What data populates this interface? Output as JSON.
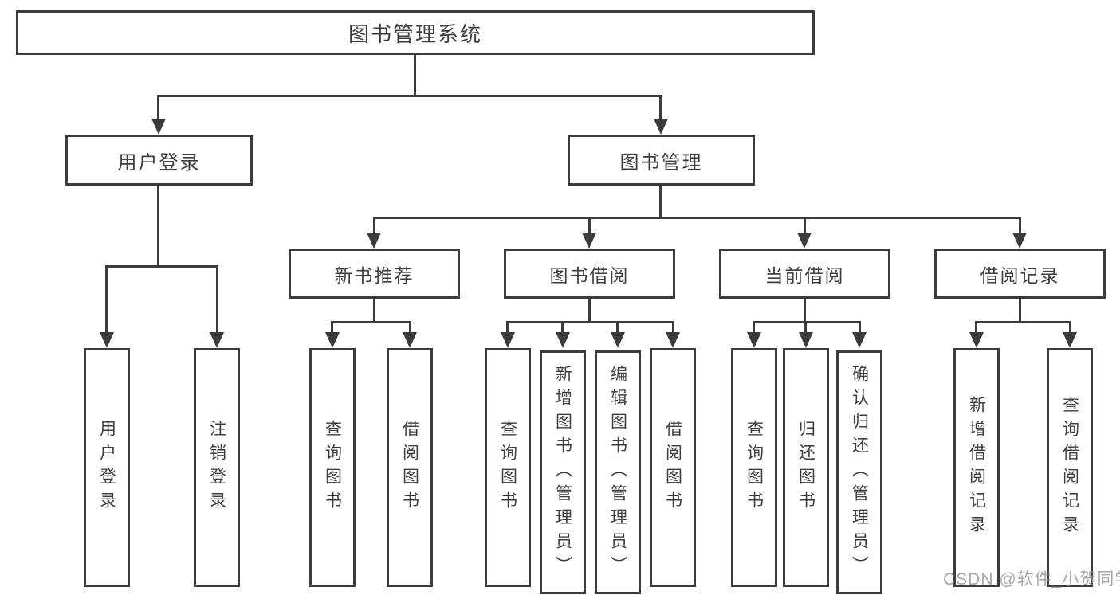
{
  "diagram": {
    "type": "tree",
    "title": "图书管理系统",
    "hierarchy": {
      "图书管理系统": [
        "用户登录",
        "图书管理"
      ],
      "用户登录": [
        "用户登录",
        "注销登录"
      ],
      "图书管理": [
        "新书推荐",
        "图书借阅",
        "当前借阅",
        "借阅记录"
      ],
      "新书推荐": [
        "查询图书",
        "借阅图书"
      ],
      "图书借阅": [
        "查询图书",
        "新增图书（管理员）",
        "编辑图书（管理员）",
        "借阅图书"
      ],
      "当前借阅": [
        "查询图书",
        "归还图书",
        "确认归还（管理员）"
      ],
      "借阅记录": [
        "新增借阅记录",
        "查询借阅记录"
      ]
    }
  },
  "nodes": {
    "root": {
      "label": "图书管理系统"
    },
    "user_login": {
      "label": "用户登录"
    },
    "book_mgmt": {
      "label": "图书管理"
    },
    "new_book_rec": {
      "label": "新书推荐"
    },
    "book_borrow": {
      "label": "图书借阅"
    },
    "current_borrow": {
      "label": "当前借阅"
    },
    "borrow_records": {
      "label": "借阅记录"
    },
    "leaf_user_login": {
      "label": "用户登录"
    },
    "leaf_logout": {
      "label": "注销登录"
    },
    "leaf_query_book_1": {
      "label": "查询图书"
    },
    "leaf_borrow_book_1": {
      "label": "借阅图书"
    },
    "leaf_query_book_2": {
      "label": "查询图书"
    },
    "leaf_add_book_admin": {
      "label": "新增图书（管理员）"
    },
    "leaf_edit_book_admin": {
      "label": "编辑图书（管理员）"
    },
    "leaf_borrow_book_2": {
      "label": "借阅图书"
    },
    "leaf_query_book_3": {
      "label": "查询图书"
    },
    "leaf_return_book": {
      "label": "归还图书"
    },
    "leaf_confirm_return_admin": {
      "label": "确认归还（管理员）"
    },
    "leaf_add_borrow_record": {
      "label": "新增借阅记录"
    },
    "leaf_query_borrow_record": {
      "label": "查询借阅记录"
    }
  },
  "watermark": {
    "text": "CSDN @软件_小贺同学"
  },
  "colors": {
    "line": "#3b3b3b",
    "text": "#3e3e3e",
    "background": "#ffffff",
    "watermark": "#919191"
  }
}
